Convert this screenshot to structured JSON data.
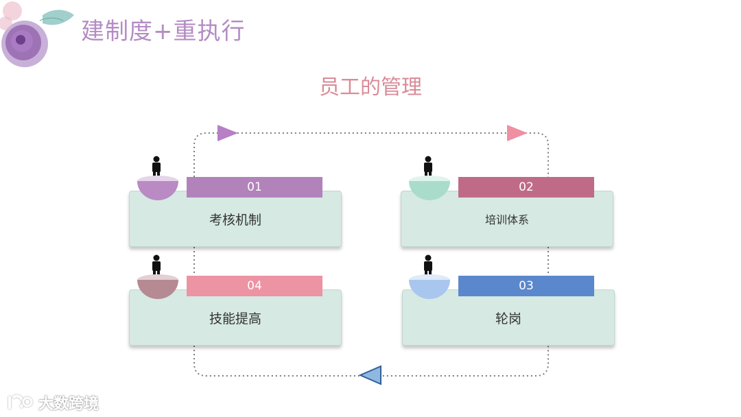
{
  "slide": {
    "title": "建制度+重执行",
    "subtitle": "员工的管理"
  },
  "diagram": {
    "cards": [
      {
        "number": "01",
        "label": "考核机制",
        "color": "#b283bb",
        "bowl_color": "#b98ac3"
      },
      {
        "number": "02",
        "label": "培训体系",
        "color": "#bf6b88",
        "bowl_color": "#a9dccb"
      },
      {
        "number": "03",
        "label": "轮岗",
        "color": "#5b88cc",
        "bowl_color": "#a9c6ee"
      },
      {
        "number": "04",
        "label": "技能提高",
        "color": "#ec93a4",
        "bowl_color": "#b58a93"
      }
    ],
    "arrow_colors": {
      "top_left": "#b67fc6",
      "top_right": "#ee8fa2",
      "bottom": "#8fb8e0"
    }
  },
  "watermark": {
    "text": "大数跨境"
  }
}
